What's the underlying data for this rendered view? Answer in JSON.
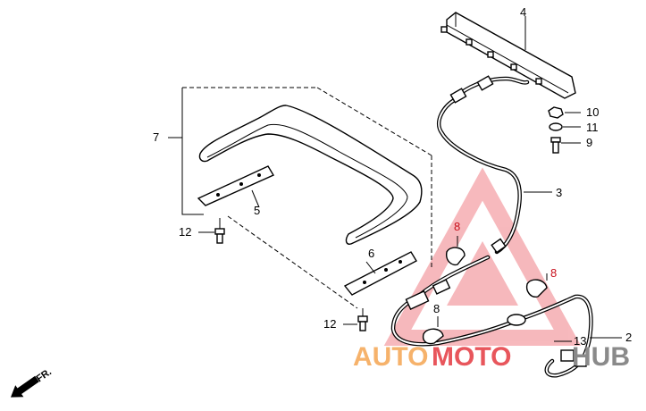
{
  "callouts": {
    "c2": "2",
    "c3": "3",
    "c4": "4",
    "c5": "5",
    "c6": "6",
    "c7": "7",
    "c8a": "8",
    "c8b": "8",
    "c8c": "8",
    "c9": "9",
    "c10": "10",
    "c11": "11",
    "c12a": "12",
    "c12b": "12",
    "c13": "13"
  },
  "direction": {
    "label": "FR."
  },
  "watermark": {
    "part1": "AUTO",
    "part2": "MOTO",
    "part3": "HUB",
    "color_orange": "#f6b26b",
    "color_red": "#e8565c",
    "color_gray": "#8a8a8a"
  }
}
